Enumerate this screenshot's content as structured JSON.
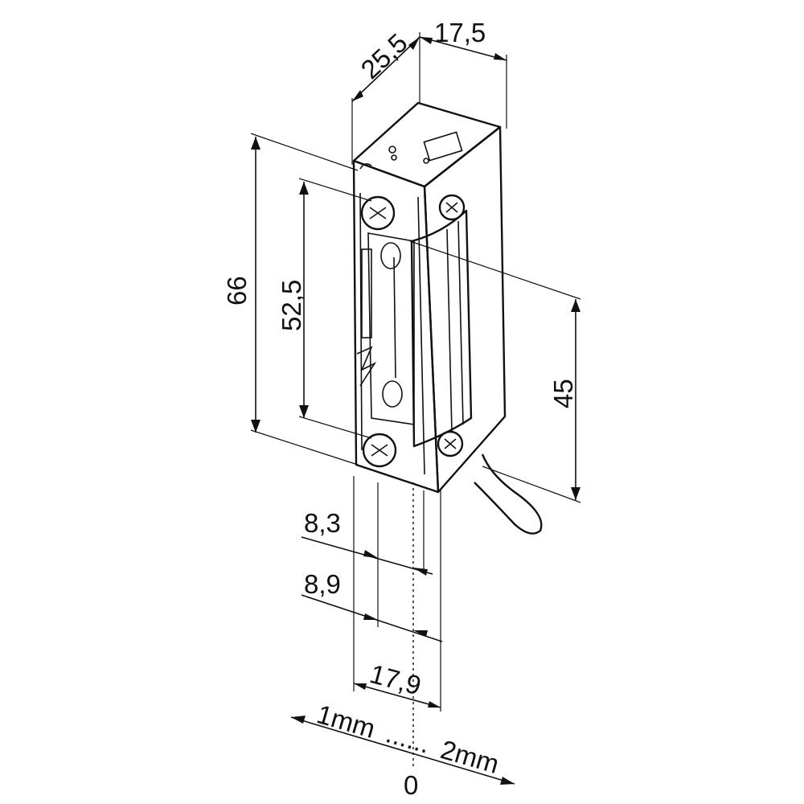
{
  "dimensions": {
    "depth_top": "25,5",
    "width_top": "17,5",
    "total_height": "66",
    "inner_height": "52,5",
    "latch_height": "45",
    "offset_a": "8,3",
    "offset_b": "8,9",
    "front_width": "17,9"
  },
  "adjustment": {
    "left_value": "1mm",
    "right_value": "2mm",
    "zero": "0",
    "separator": "......"
  }
}
